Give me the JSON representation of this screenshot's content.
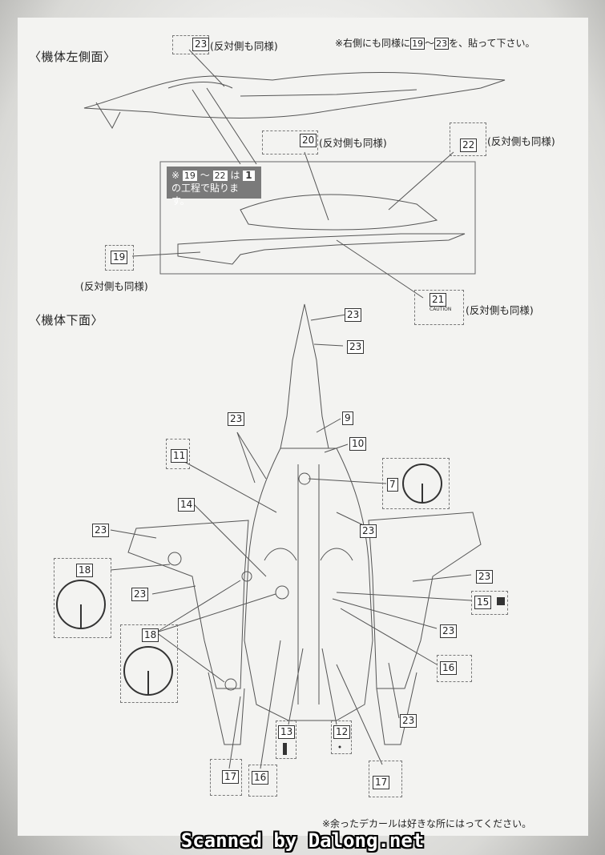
{
  "section_side": "〈機体左側面〉",
  "section_bottom": "〈機体下面〉",
  "note_right_side": "※右側にも同様に19〜23を、貼って下さい。",
  "note_right_side_parts": {
    "pre": "※右側にも同様に",
    "from": "19",
    "tilde": "〜",
    "to": "23",
    "post": "を、貼って下さい。"
  },
  "callout": {
    "mark": "※",
    "from": "19",
    "tilde": "〜",
    "to": "22",
    "ha": "は",
    "step": "1",
    "line2": "の工程で貼ります。"
  },
  "same_label": "(反対側も同様)",
  "note_leftover": "※余ったデカールは好きな所にはってください。",
  "watermark": "Scanned by Dalong.net",
  "decal_21_text": "CAUTION",
  "numbers": {
    "n7": "7",
    "n9": "9",
    "n10": "10",
    "n11": "11",
    "n12": "12",
    "n13": "13",
    "n14": "14",
    "n15": "15",
    "n16": "16",
    "n17": "17",
    "n18": "18",
    "n19": "19",
    "n20": "20",
    "n21": "21",
    "n22": "22",
    "n23": "23"
  }
}
